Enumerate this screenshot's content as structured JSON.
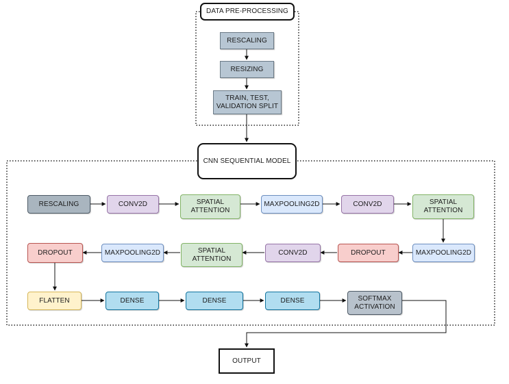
{
  "colors": {
    "prep": "#b7c6d3",
    "rescaling": "#a9b5bf",
    "conv2d": "#e1d5eb",
    "spatial_attention": "#d5e8d4",
    "maxpooling2d": "#dae8fc",
    "dropout": "#f8cecc",
    "flatten": "#fff2cc",
    "dense": "#b1ddf0",
    "softmax": "#b8c2cc"
  },
  "preprocessing": {
    "title": "DATA PRE-PROCESSING",
    "steps": [
      "RESCALING",
      "RESIZING",
      "TRAIN, TEST,\nVALIDATION SPLIT"
    ]
  },
  "model": {
    "title": "CNN SEQUENTIAL MODEL",
    "row1": [
      "RESCALING",
      "CONV2D",
      "SPATIAL\nATTENTION",
      "MAXPOOLING2D",
      "CONV2D",
      "SPATIAL\nATTENTION"
    ],
    "row2": [
      "MAXPOOLING2D",
      "DROPOUT",
      "CONV2D",
      "SPATIAL\nATTENTION",
      "MAXPOOLING2D",
      "DROPOUT"
    ],
    "row3": [
      "FLATTEN",
      "DENSE",
      "DENSE",
      "DENSE",
      "SOFTMAX\nACTIVATION"
    ]
  },
  "output": {
    "label": "OUTPUT"
  }
}
